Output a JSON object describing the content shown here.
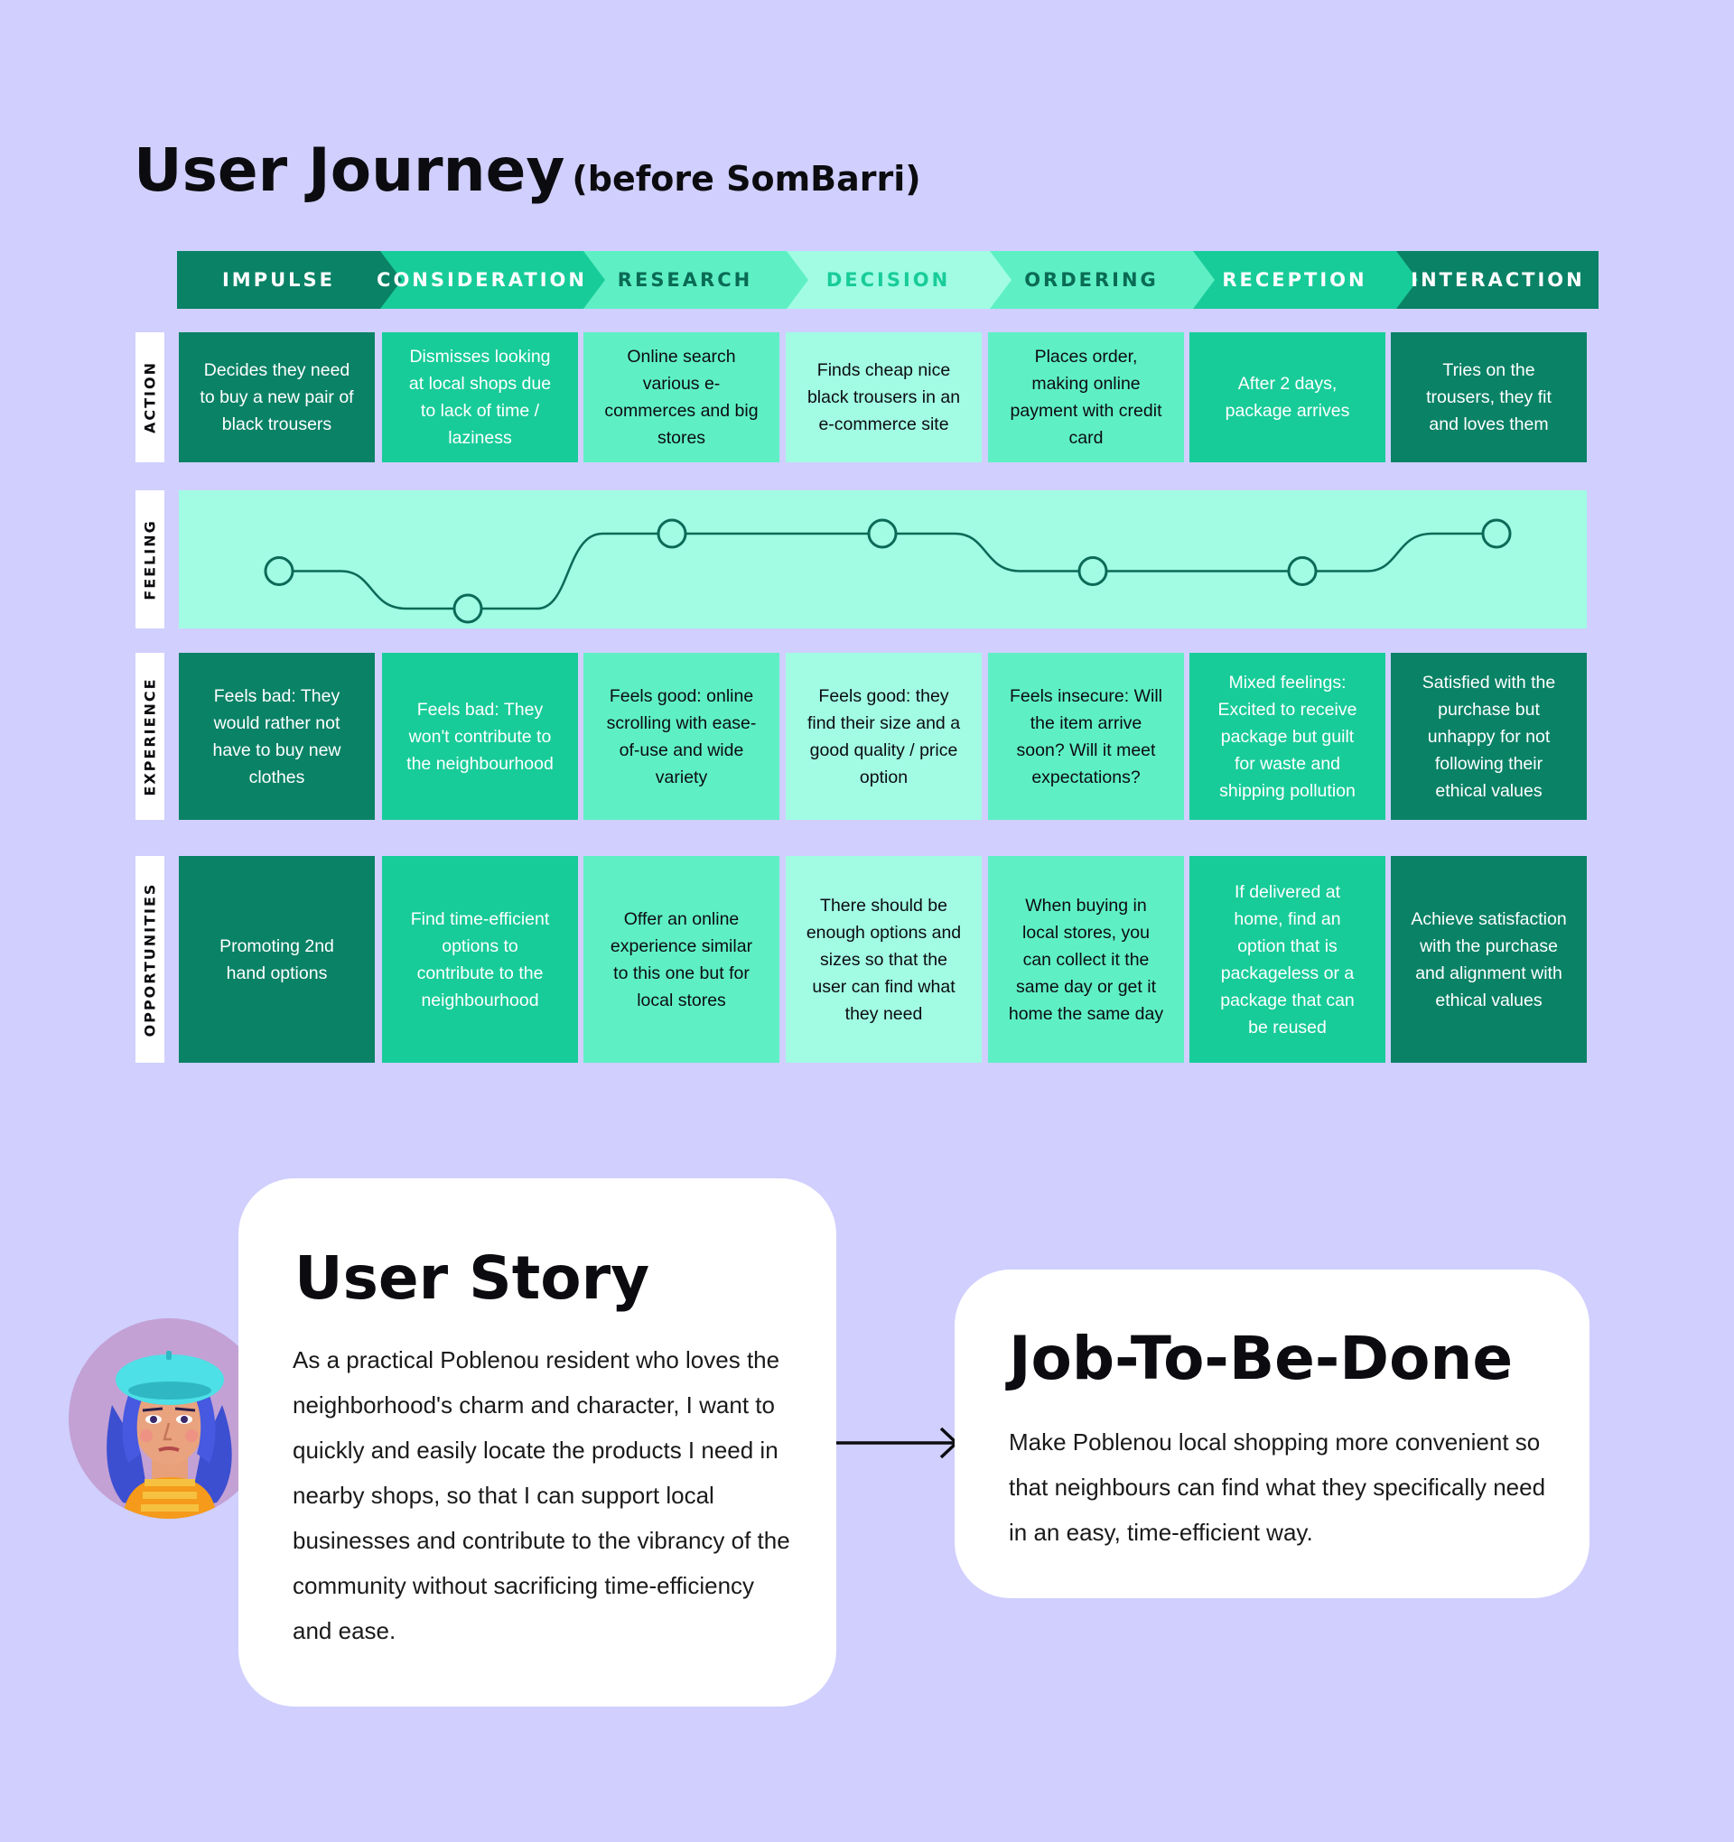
{
  "title": {
    "main": "User Journey",
    "sub": "(before SomBarri)"
  },
  "colors": {
    "background": "#d0cffe",
    "dark": "#0a8266",
    "mid": "#18cc99",
    "light": "#5ef0c4",
    "pale": "#a1fce3"
  },
  "stages": [
    {
      "label": "IMPULSE",
      "tone": "dark"
    },
    {
      "label": "CONSIDERATION",
      "tone": "mid"
    },
    {
      "label": "RESEARCH",
      "tone": "light"
    },
    {
      "label": "DECISION",
      "tone": "pale"
    },
    {
      "label": "ORDERING",
      "tone": "light"
    },
    {
      "label": "RECEPTION",
      "tone": "mid"
    },
    {
      "label": "INTERACTION",
      "tone": "dark"
    }
  ],
  "rows": {
    "action": {
      "label": "ACTION",
      "cells": [
        "Decides they need to buy a new pair of black trousers",
        "Dismisses looking at local shops due to lack of time / laziness",
        "Online search various e-commerces and big stores",
        "Finds cheap nice black trousers in an e-commerce site",
        "Places order, making online payment with credit card",
        "After 2 days, package arrives",
        "Tries on the trousers, they fit and loves them"
      ]
    },
    "feeling": {
      "label": "FEELING",
      "levels": [
        0.5,
        0.0,
        1.0,
        1.0,
        0.5,
        0.5,
        1.0
      ]
    },
    "experience": {
      "label": "EXPERIENCE",
      "cells": [
        "Feels bad: They would rather not have to buy new clothes",
        "Feels bad: They won't contribute to the neighbourhood",
        "Feels good: online scrolling with ease-of-use and wide variety",
        "Feels good: they find their size and a good quality / price option",
        "Feels insecure: Will the item arrive soon? Will it meet expectations?",
        "Mixed feelings: Excited to receive package but guilt for waste and shipping pollution",
        "Satisfied with the purchase but unhappy for not following their ethical values"
      ]
    },
    "opportunities": {
      "label": "OPPORTUNITIES",
      "cells": [
        "Promoting 2nd hand options",
        "Find time-efficient options to contribute to the neighbourhood",
        "Offer an online experience similar to this one but for local stores",
        "There should be enough options and sizes so that the user can find what they need",
        "When buying in local stores, you can collect it the same day or get it home the same day",
        "If delivered at home, find an option that is packageless or a package that can be reused",
        "Achieve satisfaction with the purchase and alignment with ethical values"
      ]
    }
  },
  "user_story": {
    "title": "User Story",
    "text": "As a practical Poblenou resident who loves the neighborhood's charm and character, I want to quickly and easily locate the products I need in nearby shops, so that I can support local businesses and contribute to the vibrancy of the community without sacrificing time-efficiency and ease."
  },
  "jtbd": {
    "title": "Job-To-Be-Done",
    "text": "Make Poblenou local shopping more convenient so that neighbours can find what they specifically need in an easy, time-efficient way."
  }
}
